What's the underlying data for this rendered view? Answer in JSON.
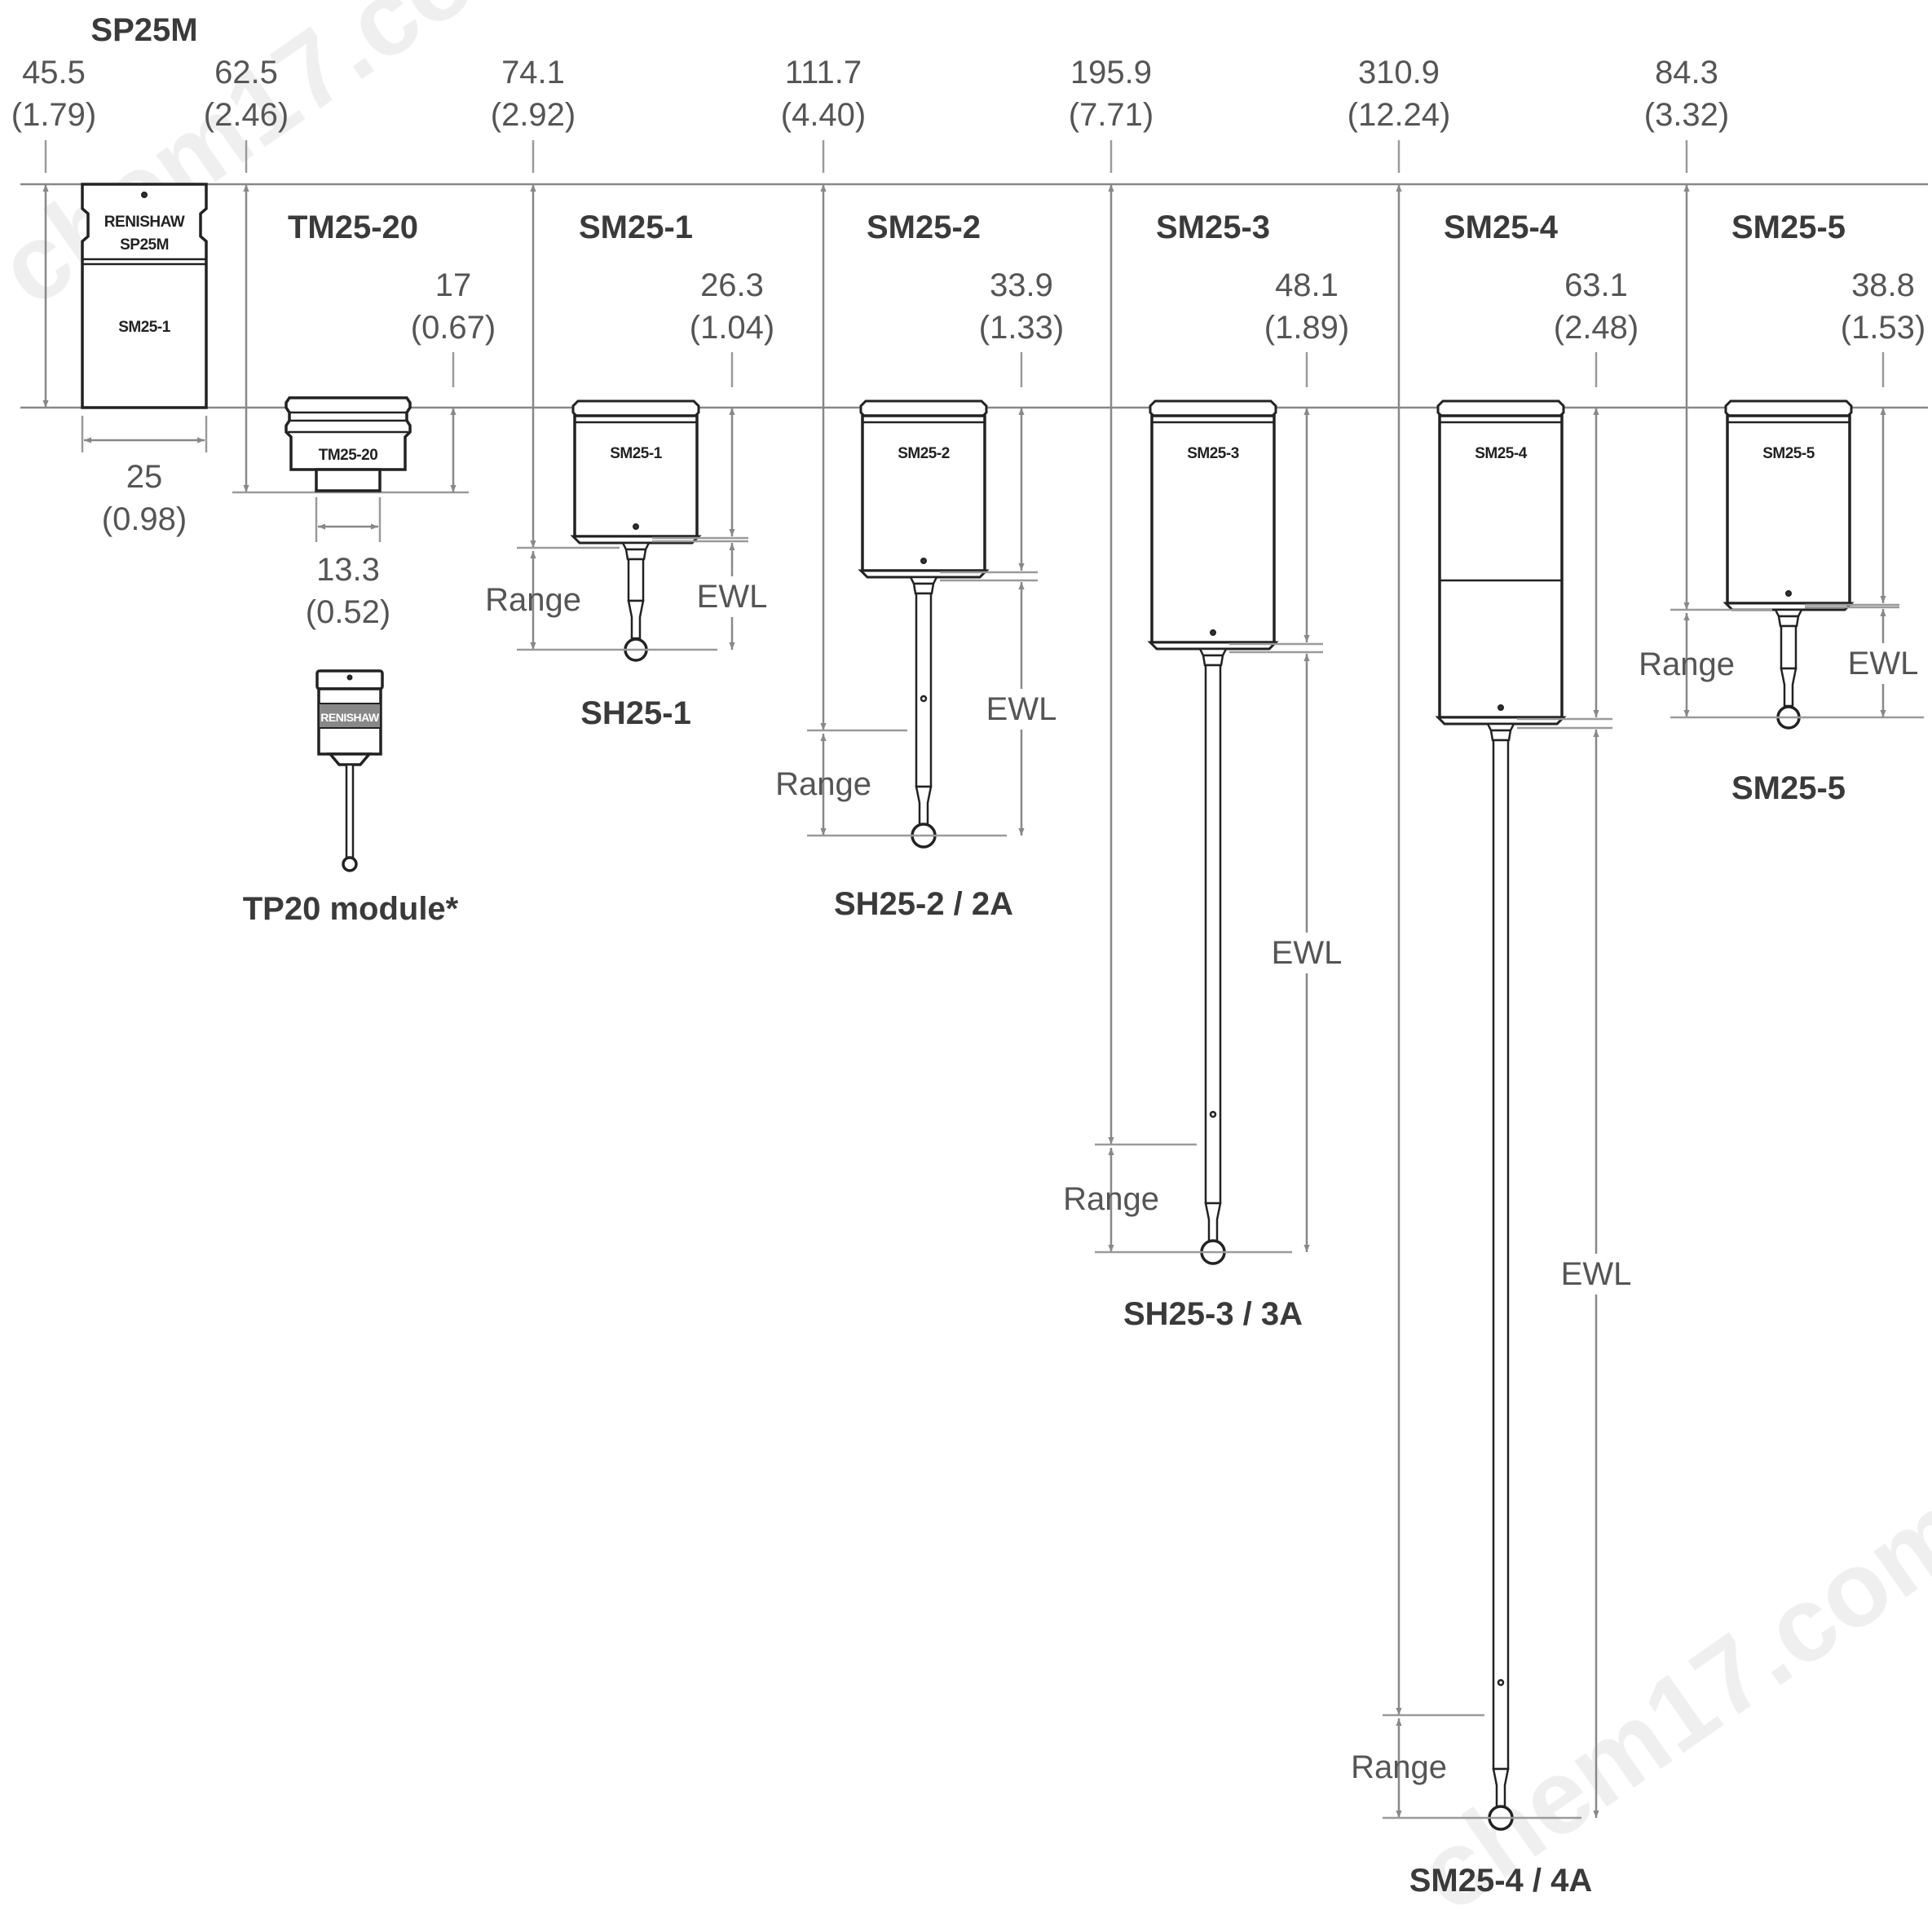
{
  "watermarks": [
    "chem17.com",
    "chem17.com"
  ],
  "sp25m": {
    "title": "SP25M",
    "logo_text": "RENISHAW",
    "body_label": "SP25M",
    "module_label": "SM25-1",
    "height_mm": "45.5",
    "height_in": "(1.79)",
    "width_mm": "25",
    "width_in": "(0.98)"
  },
  "tm2520": {
    "title": "TM25-20",
    "body_label": "TM25-20",
    "total_mm": "62.5",
    "total_in": "(2.46)",
    "height_mm": "17",
    "height_in": "(0.67)",
    "width_mm": "13.3",
    "width_in": "(0.52)",
    "tp20_caption": "TP20 module*",
    "tp20_logo": "RENISHAW"
  },
  "modules": [
    {
      "title": "SM25-1",
      "label": "SM25-1",
      "total_mm": "74.1",
      "total_in": "(2.92)",
      "h_mm": "26.3",
      "h_in": "(1.04)",
      "range": "Range",
      "ewl": "EWL",
      "holder": "SH25-1"
    },
    {
      "title": "SM25-2",
      "label": "SM25-2",
      "total_mm": "111.7",
      "total_in": "(4.40)",
      "h_mm": "33.9",
      "h_in": "(1.33)",
      "range": "Range",
      "ewl": "EWL",
      "holder": "SH25-2 / 2A"
    },
    {
      "title": "SM25-3",
      "label": "SM25-3",
      "total_mm": "195.9",
      "total_in": "(7.71)",
      "h_mm": "48.1",
      "h_in": "(1.89)",
      "range": "Range",
      "ewl": "EWL",
      "holder": "SH25-3 / 3A"
    },
    {
      "title": "SM25-4",
      "label": "SM25-4",
      "total_mm": "310.9",
      "total_in": "(12.24)",
      "h_mm": "63.1",
      "h_in": "(2.48)",
      "range": "Range",
      "ewl": "EWL",
      "holder": "SM25-4 / 4A"
    },
    {
      "title": "SM25-5",
      "label": "SM25-5",
      "total_mm": "84.3",
      "total_in": "(3.32)",
      "h_mm": "38.8",
      "h_in": "(1.53)",
      "range": "Range",
      "ewl": "EWL",
      "holder": "SM25-5"
    }
  ]
}
